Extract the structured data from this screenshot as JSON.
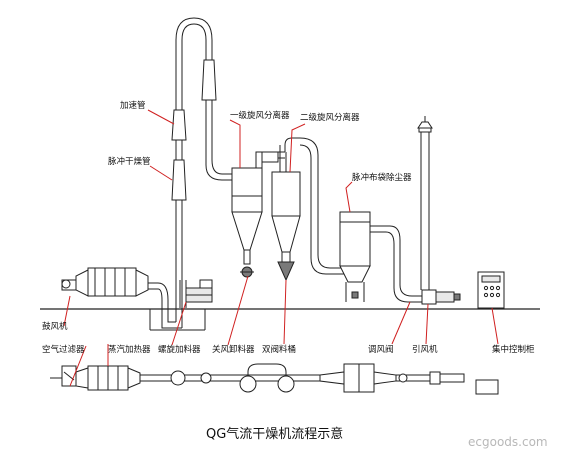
{
  "title": "QG气流干燥机流程示意",
  "watermark": "ecgoods.com",
  "labels": {
    "accel_pipe": "加速管",
    "pulse_dry_pipe": "脉冲干燥管",
    "cyclone_1": "一级旋风分离器",
    "cyclone_2": "二级旋风分离器",
    "pulse_dust": "脉冲布袋除尘器",
    "blower": "鼓风机",
    "air_filter": "空气过滤器",
    "steam_heater": "蒸汽加热器",
    "screw_feeder": "螺旋加料器",
    "rotary_valve": "关风卸料器",
    "double_flap": "双阀料桶",
    "damper": "调风阀",
    "induced_fan": "引风机",
    "control_cabinet": "集中控制柜"
  },
  "colors": {
    "line": "#222222",
    "leader": "#d02020",
    "background": "#ffffff"
  }
}
